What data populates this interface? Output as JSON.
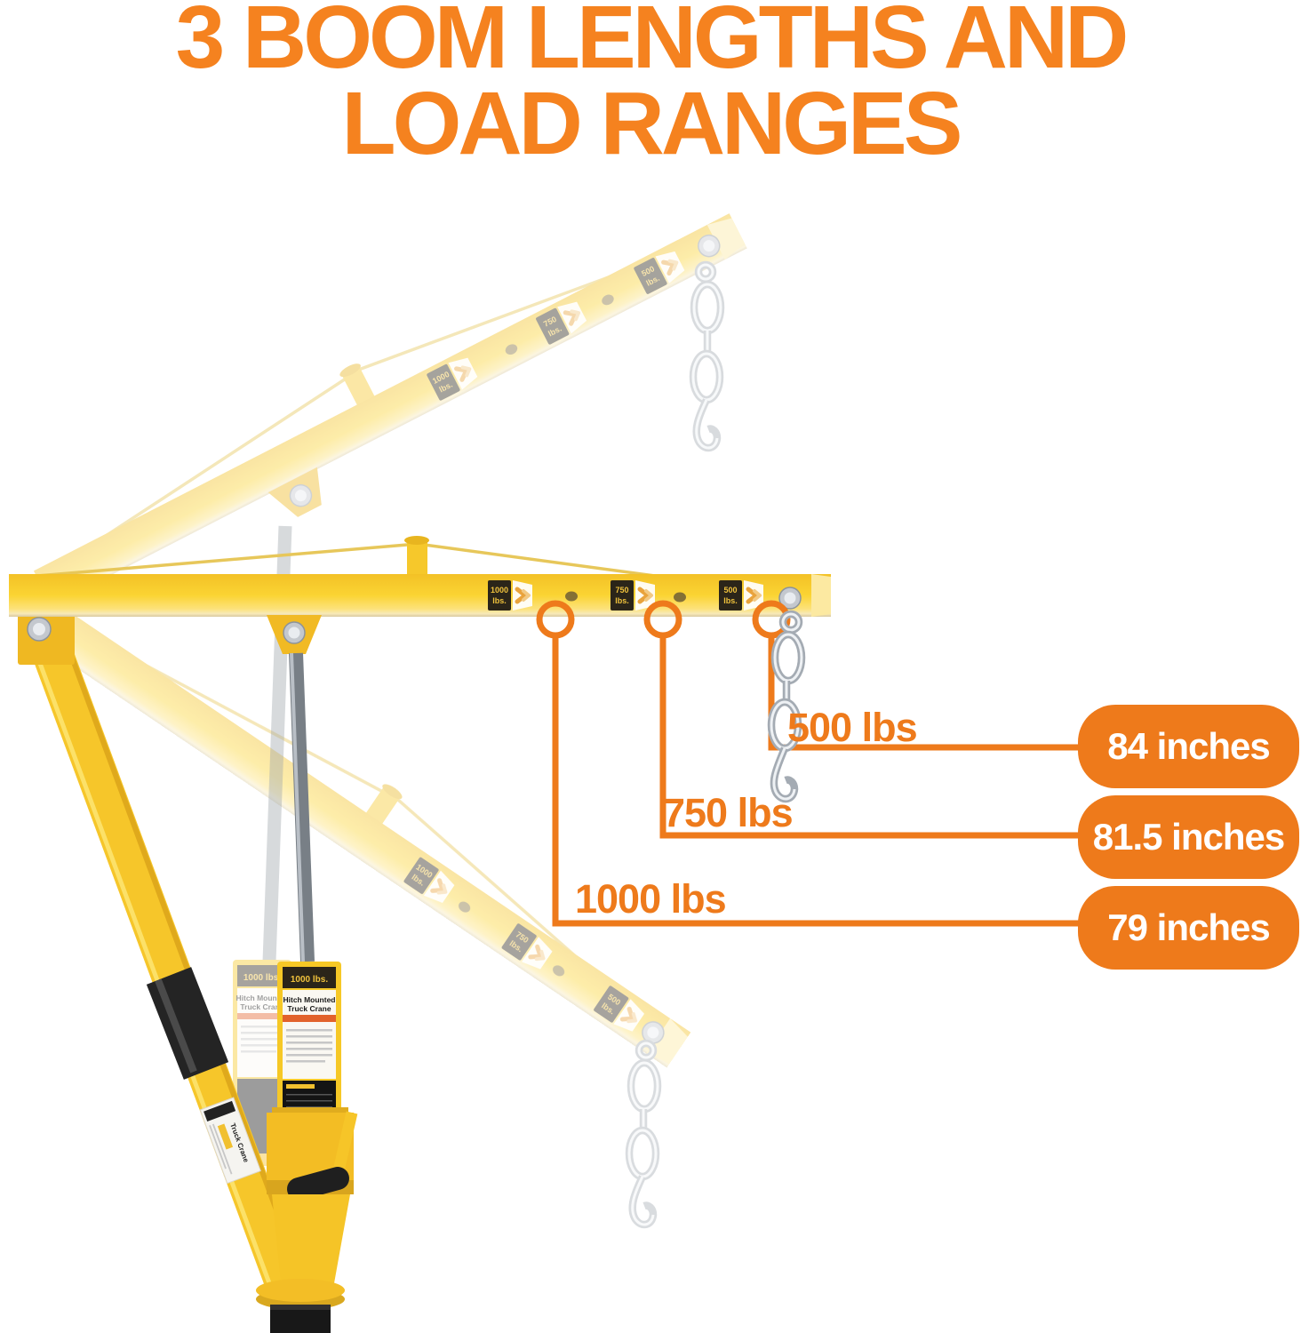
{
  "title": {
    "line1": "3 BOOM LENGTHS AND",
    "line2": "LOAD RANGES"
  },
  "colors": {
    "title_orange": "#F5821F",
    "accent_orange": "#EE7A1B",
    "beam_yellow": "#FBD431",
    "beam_shadow": "#E8B51F",
    "tag_black": "#2B2519",
    "tag_text_yellow": "#F0C23C"
  },
  "boom_tags": [
    {
      "load": "1000",
      "unit": "lbs."
    },
    {
      "load": "750",
      "unit": "lbs."
    },
    {
      "load": "500",
      "unit": "lbs."
    }
  ],
  "callouts": [
    {
      "label": "500 lbs",
      "length": "84 inches"
    },
    {
      "label": "750 lbs",
      "length": "81.5 inches"
    },
    {
      "label": "1000 lbs",
      "length": "79 inches"
    }
  ],
  "stickers": {
    "cylinder": {
      "capacity": "1000 lbs.",
      "line1": "Hitch Mounted",
      "line2": "Truck Crane"
    },
    "mast": {
      "line1": "Truck Crane"
    }
  }
}
